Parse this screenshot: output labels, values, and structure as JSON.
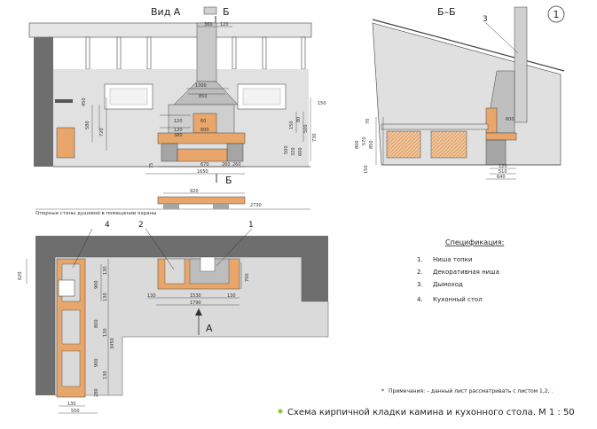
{
  "sheet": {
    "number": "1",
    "view_a_label": "Вид А",
    "section_mark": "Б",
    "section_label": "Б–Б",
    "view_arrow_label": "А",
    "wall_note": "Опорные стены душевой в помещении охраны",
    "callouts": [
      "1",
      "2",
      "3",
      "4"
    ]
  },
  "dims_view_a": {
    "top_chimney_1": "360",
    "top_chimney_2": "120",
    "hood_1": "1300",
    "hood_2": "850",
    "left_1": "450",
    "left_2": "580",
    "left_3": "720",
    "inner_120a": "120",
    "inner_60": "60",
    "inner_120b": "120",
    "inner_380": "380",
    "inner_600": "600",
    "right_150": "150",
    "right_80": "80",
    "right_500": "500",
    "right_150b": "150",
    "right_730": "730",
    "base_500": "500",
    "base_320": "320",
    "base_600": "600",
    "bottom_670": "670",
    "bottom_260": "260",
    "bottom_260b": "260",
    "bottom_75": "75",
    "bottom_1650": "1650",
    "plan_920": "920",
    "plan_2730": "2730"
  },
  "dims_section": {
    "d_600": "600",
    "left_70": "70",
    "left_800": "800",
    "left_570": "570",
    "left_850": "850",
    "left_150": "150",
    "b_120": "120",
    "b_510": "510",
    "b_640": "640"
  },
  "dims_plan": {
    "p_620": "620",
    "p_130a": "130",
    "p_900a": "900",
    "p_130b": "130",
    "p_800": "800",
    "p_130c": "130",
    "p_3450": "3450",
    "p_900b": "900",
    "p_130d": "130",
    "p_280": "280",
    "p_130e": "130",
    "p_550": "550",
    "f_130": "130",
    "f_1530": "1530",
    "f_130b": "130",
    "f_1790": "1790",
    "f_700": "700"
  },
  "spec": {
    "title": "Спецификация:",
    "items": [
      {
        "num": "1.",
        "text": "Ниша топки"
      },
      {
        "num": "2.",
        "text": "Декоративная ниша"
      },
      {
        "num": "3.",
        "text": "Дымоход"
      },
      {
        "num": "4.",
        "text": "Кухонный стол"
      }
    ]
  },
  "note": "Примечания:  – данный лист рассматривать с листом 1,2, .",
  "caption": "Схема кирпичной кладки камина и кухонного стола.   М 1 : 50",
  "colors": {
    "brick": "#e8a66a",
    "stone": "#a5a5a5",
    "wall": "#dcdcdc",
    "dark": "#6e6e6e",
    "green_dot": "#8cc63f"
  }
}
